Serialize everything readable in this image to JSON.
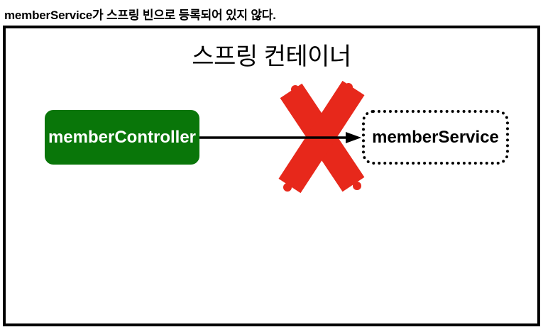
{
  "caption": "memberService가 스프링 빈으로 등록되어 있지 않다.",
  "container": {
    "title": "스프링 컨테이너"
  },
  "nodes": {
    "controller": {
      "label": "memberController"
    },
    "service": {
      "label": "memberService"
    }
  },
  "icons": {
    "arrow": "arrow-right",
    "cross": "red-x"
  },
  "colors": {
    "node_green": "#097609",
    "cross_red": "#e7281b",
    "line_black": "#000000",
    "background": "#ffffff"
  }
}
